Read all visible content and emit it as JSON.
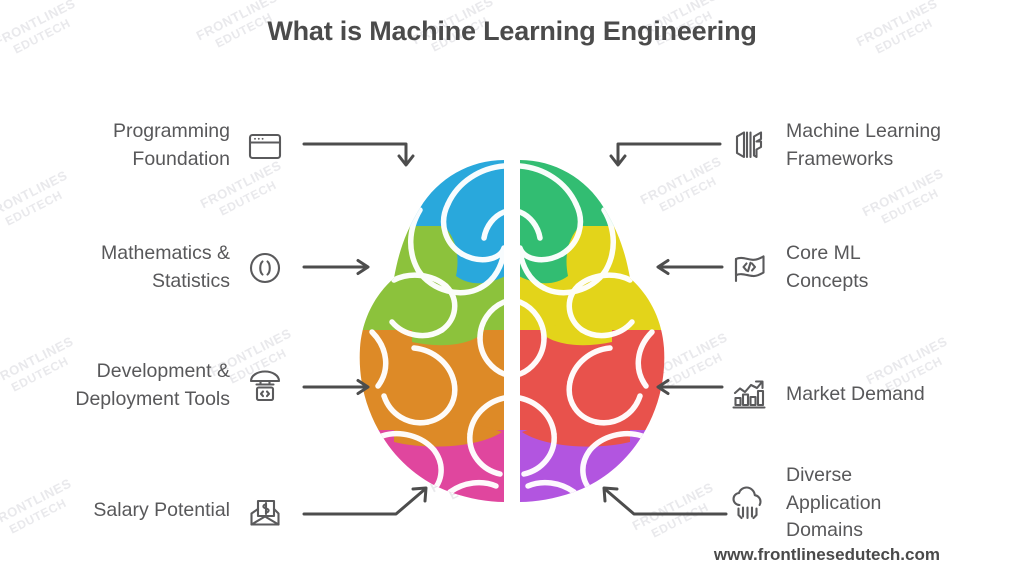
{
  "header": {
    "title": "What is Machine Learning Engineering"
  },
  "footer": {
    "url": "www.frontlinesedutech.com"
  },
  "watermark": {
    "line1": "FRONTLINES",
    "line2": "EDUTECH"
  },
  "left_items": [
    {
      "label": "Programming\nFoundation",
      "icon": "browser-window-icon"
    },
    {
      "label": "Mathematics &\nStatistics",
      "icon": "brackets-circle-icon"
    },
    {
      "label": "Development &\nDeployment Tools",
      "icon": "deploy-tools-code-icon"
    },
    {
      "label": "Salary Potential",
      "icon": "salary-envelope-dollar-icon"
    }
  ],
  "right_items": [
    {
      "label": "Machine Learning\nFrameworks",
      "icon": "framework-pillars-icon"
    },
    {
      "label": "Core ML\nConcepts",
      "icon": "code-flag-icon"
    },
    {
      "label": "Market Demand",
      "icon": "growth-bar-chart-icon"
    },
    {
      "label": "Diverse\nApplication\nDomains",
      "icon": "cloud-data-icon"
    }
  ],
  "brain": {
    "alt": "colorful human brain top view split into eight colored lobes",
    "left_colors": [
      "#29a8dc",
      "#8cc23c",
      "#dd8a27",
      "#e0469e"
    ],
    "right_colors": [
      "#32bd72",
      "#e3d41a",
      "#e8524c",
      "#b255e0"
    ],
    "outline_color": "#ffffff"
  },
  "colors": {
    "title_text": "#4b4b4b",
    "label_text": "#58585a",
    "icon_stroke": "#5a5a5c",
    "arrow": "#4d4d4d",
    "background": "#ffffff",
    "watermark": "#e9e9ec"
  }
}
